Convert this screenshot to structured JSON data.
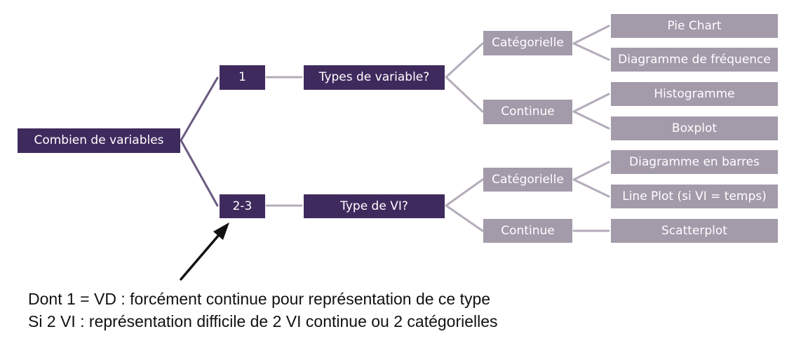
{
  "colors": {
    "dark_node": "#3f2a5e",
    "light_node": "#a39aaa",
    "dark_connector": "#6a5a80",
    "light_connector": "#b4acbb",
    "arrow": "#111111"
  },
  "tree": {
    "root": "Combien de variables",
    "branches": [
      {
        "count": "1",
        "question": "Types de variable?",
        "types": [
          {
            "label": "Catégorielle",
            "charts": [
              "Pie Chart",
              "Diagramme de fréquence"
            ]
          },
          {
            "label": "Continue",
            "charts": [
              "Histogramme",
              "Boxplot"
            ]
          }
        ]
      },
      {
        "count": "2-3",
        "question": "Type de VI?",
        "types": [
          {
            "label": "Catégorielle",
            "charts": [
              "Diagramme en barres",
              "Line Plot (si VI = temps)"
            ]
          },
          {
            "label": "Continue",
            "charts": [
              "Scatterplot"
            ]
          }
        ]
      }
    ]
  },
  "note": {
    "line1": "Dont 1 = VD : forcément continue pour représentation de ce type",
    "line2": "Si 2 VI : représentation difficile de 2 VI continue ou 2 catégorielles"
  }
}
